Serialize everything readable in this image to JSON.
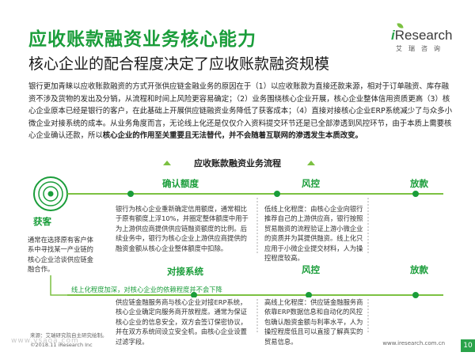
{
  "header": {
    "title": "应收账款融资业务核心能力",
    "subtitle": "核心企业的配合程度决定了应收账款融资规模"
  },
  "logo": {
    "brand_i": "i",
    "brand_rest": "Research",
    "sub": "艾瑞咨询",
    "accent_color": "#2aa34a"
  },
  "body_text": {
    "part1": "银行更加青睐以应收账款融资的方式开张供应链金融业务的原因在于（1）以应收账款为直接还款来源，相对于订单融资、库存融资不涉及货物的发出及分销，从流程和时间上风险更容易确定；（2）业务围绕核心企业开展，核心企业整体信用资质更高（3）核心企业原本已经是银行的客户，在此基础上开展供应链融资业务降低了获客成本；（4）直接对接核心企业ERP系统减少了与众多小微企业对接系统的成本。从业务角度而言，无论线上化还是仅仅介入资料提交环节还是已全部渗透到风控环节，由于本质上需要核心企业确认还款，所以",
    "bold": "核心企业的作用至关重要且无法替代，并不会随着互联网的渗透发生本质改变。"
  },
  "flow": {
    "title": "应收账款融资业务流程",
    "client_label": "获客",
    "client_desc": "通常在选择原有客户体系中寻找某一产业链的核心企业洽谈供应链金融合作。",
    "row1": {
      "step1": "确认额度",
      "step2": "风控",
      "step3": "放款",
      "desc1": "银行为核心企业重新确定信用额度，通常相比于原有额度上浮10%，并圈定整体额度中用于为上游供应商提供供应链融资额度的比例。后续业务中，银行为核心企业上游供应商提供的融资金额从核心企业整体额度中扣除。",
      "desc2": "低线上化程度：由核心企业向银行推荐自己的上游供应商，银行按照贸易融资的流程验证上游小微企业的资质并为其提供融资。线上化只应用于小微企业提交材料，人为操控程度较高。"
    },
    "mid_note": "线上化程度加深，对核心企业的依赖程度并不会下降",
    "row2": {
      "step1": "对接系统",
      "step2": "风控",
      "step3": "放款",
      "desc1": "供应链金融服务商与核心企业对接ERP系统，核心企业确定向服务商开放程度。通常为保证核心企业的信息安全，双方会签订保密协议，并在双方系统间设立安全机，由核心企业设置过滤字段。",
      "desc2": "高线上化程度：供应链金融服务商依靠ERP数据信息和自动化的风控包确认融资金额与利率水平，人为操控程度低且可以直接了解真实的贸易信息。"
    }
  },
  "footer": {
    "source": "来源：艾瑞研究院自主研究绘制。",
    "copyright": "©2018.11 iResearch Inc",
    "site": "www.iresearch.com.cn",
    "page": "10",
    "watermark": "www.ysaoa.com"
  }
}
